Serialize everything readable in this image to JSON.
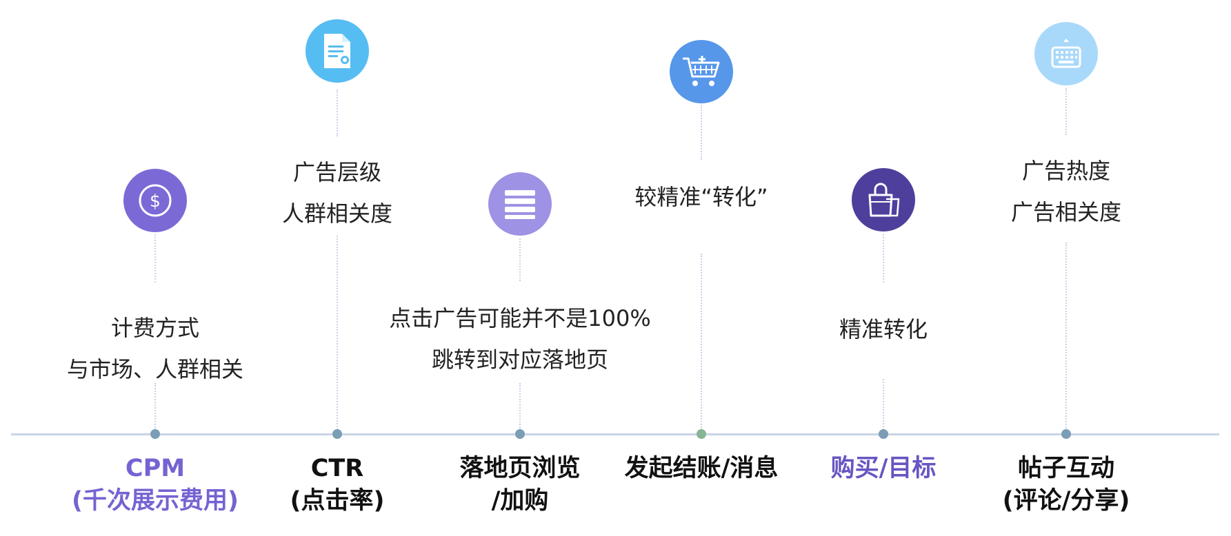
{
  "stages": [
    {
      "key": "cpm",
      "label_lines": [
        "CPM",
        "(千次展示费用)"
      ],
      "desc_lines": [
        "计费方式",
        "与市场、人群相关"
      ],
      "icon": "dollar-coin-icon",
      "icon_color": "#7b6ad6",
      "label_color": "#7563d2"
    },
    {
      "key": "ctr",
      "label_lines": [
        "CTR",
        "(点击率)"
      ],
      "desc_lines": [
        "广告层级",
        "人群相关度"
      ],
      "icon": "document-certificate-icon",
      "icon_color": "#56bdf2",
      "label_color": "#111111"
    },
    {
      "key": "landing",
      "label_lines": [
        "落地页浏览",
        "/加购"
      ],
      "desc_lines": [
        "点击广告可能并不是100%",
        "跳转到对应落地页"
      ],
      "icon": "stacked-layers-icon",
      "icon_color": "#9d92e4",
      "label_color": "#111111"
    },
    {
      "key": "checkout",
      "label_lines": [
        "发起结账/消息"
      ],
      "desc_lines": [
        "较精准“转化”"
      ],
      "icon": "shopping-cart-icon",
      "icon_color": "#5697ea",
      "label_color": "#111111"
    },
    {
      "key": "purchase",
      "label_lines": [
        "购买/目标"
      ],
      "desc_lines": [
        "精准转化"
      ],
      "icon": "shopping-bag-icon",
      "icon_color": "#4f3f9c",
      "label_color": "#6755c2"
    },
    {
      "key": "engagement",
      "label_lines": [
        "帖子互动",
        "(评论/分享)"
      ],
      "desc_lines": [
        "广告热度",
        "广告相关度"
      ],
      "icon": "keyboard-icon",
      "icon_color": "#a9d9fa",
      "label_color": "#111111"
    }
  ]
}
